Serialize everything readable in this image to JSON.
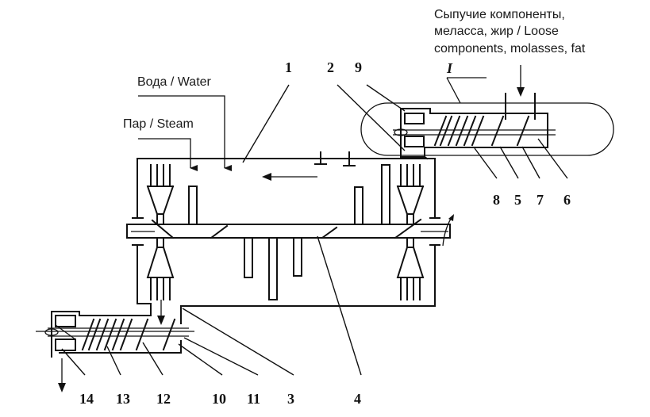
{
  "diagram": {
    "title": "Schematic of a horizontal mixing/conditioning apparatus with feed and discharge screw conveyors",
    "labels": {
      "loose_components": [
        "Сыпучие компоненты,",
        "меласса, жир / Loose",
        "components, molasses, fat"
      ],
      "water": "Вода / Water",
      "steam": "Пар / Steam",
      "detail_marker": "I"
    },
    "callouts": [
      "1",
      "2",
      "9",
      "8",
      "5",
      "7",
      "6",
      "14",
      "13",
      "12",
      "10",
      "11",
      "3",
      "4"
    ],
    "flow_direction": "right-to-left inside main chamber"
  }
}
